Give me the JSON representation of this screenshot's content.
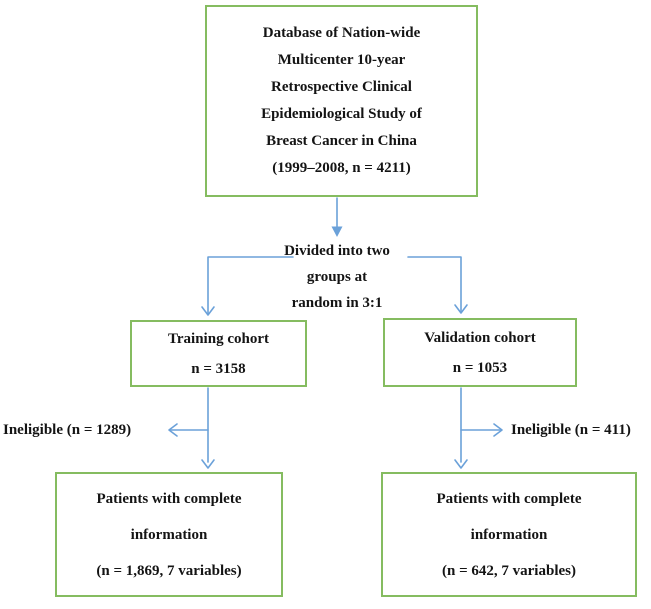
{
  "colors": {
    "box-border": "#85bc60",
    "arrow": "#6ba1d9",
    "text": "#141414",
    "canvas-bg": "#ffffff"
  },
  "flowchart": {
    "database_box": "Database of Nation-wide\nMulticenter 10-year\nRetrospective Clinical\nEpidemiological Study of\nBreast Cancer in China\n(1999–2008, n = 4211)",
    "split_label": "Divided into two\ngroups at\nrandom in 3:1",
    "training_box": "Training cohort\nn = 3158",
    "validation_box": "Validation cohort\nn = 1053",
    "ineligible_left": "Ineligible (n = 1289)",
    "ineligible_right": "Ineligible (n = 411)",
    "complete_left_box": "Patients with complete\ninformation\n(n = 1,869, 7 variables)",
    "complete_right_box": "Patients with complete\ninformation\n(n = 642, 7 variables)"
  }
}
